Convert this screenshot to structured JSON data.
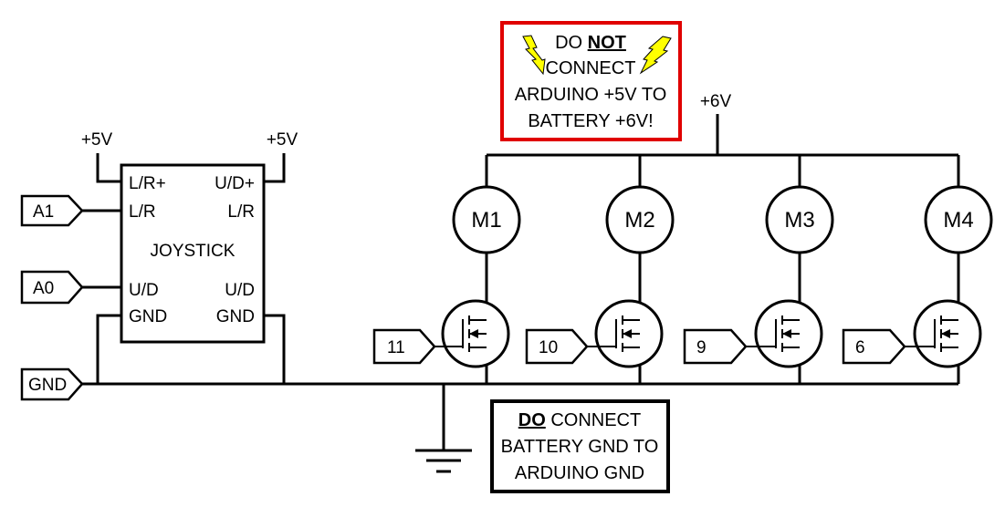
{
  "power": {
    "joystick_left_supply": "+5V",
    "joystick_right_supply": "+5V",
    "battery_supply": "+6V"
  },
  "inputs": {
    "a1": "A1",
    "a0": "A0",
    "gnd": "GND"
  },
  "joystick": {
    "name": "JOYSTICK",
    "pin_lr_plus": "L/R+",
    "pin_lr_left": "L/R",
    "pin_ud_left": "U/D",
    "pin_gnd_left": "GND",
    "pin_ud_plus": "U/D+",
    "pin_lr_right": "L/R",
    "pin_ud_right": "U/D",
    "pin_gnd_right": "GND"
  },
  "motors": [
    {
      "label": "M1",
      "pin": "11"
    },
    {
      "label": "M2",
      "pin": "10"
    },
    {
      "label": "M3",
      "pin": "9"
    },
    {
      "label": "M4",
      "pin": "6"
    }
  ],
  "warning": {
    "line1_pre": "DO ",
    "line1_emph": "NOT",
    "line2": "CONNECT",
    "line3": "ARDUINO +5V TO",
    "line4": "BATTERY +6V!",
    "border_color": "#e00000",
    "bolt_color": "#ffff00"
  },
  "note": {
    "line1_emph": "DO",
    "line1_post": " CONNECT",
    "line2": "BATTERY GND TO",
    "line3": "ARDUINO GND"
  }
}
